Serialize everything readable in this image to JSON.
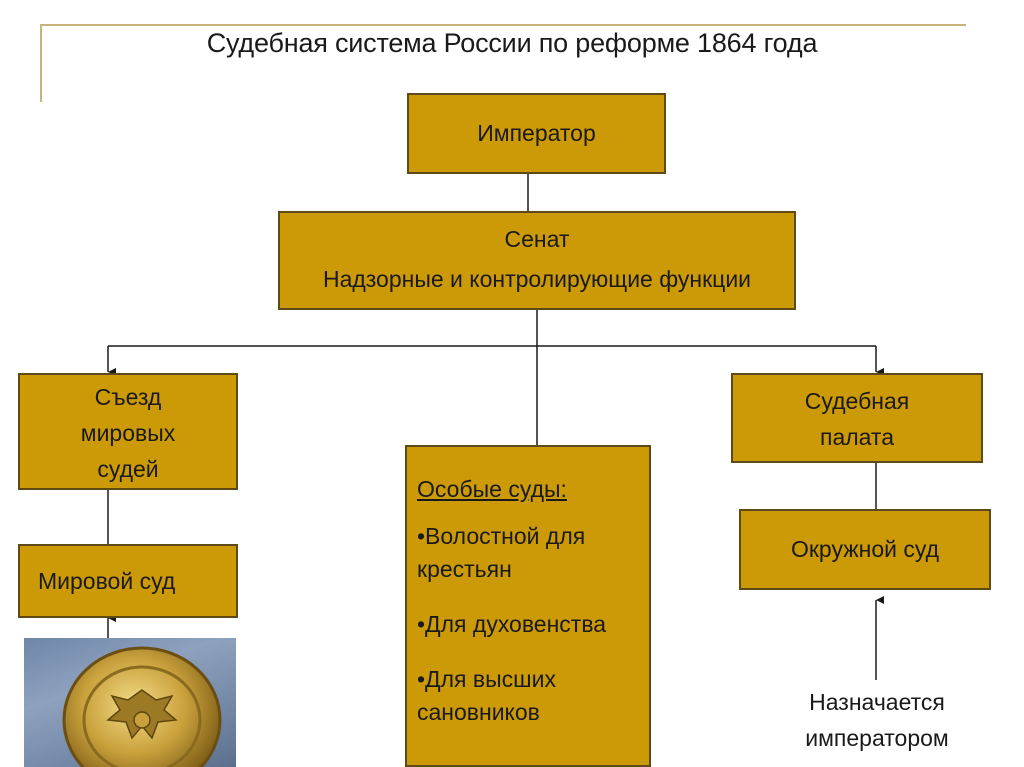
{
  "title": "Судебная система России по реформе 1864 года",
  "colors": {
    "box_fill": "#cc9a06",
    "box_border": "#5e4a14",
    "frame_line": "#c9b37a",
    "connector": "#1a1a1a"
  },
  "nodes": {
    "emperor": "Император",
    "senate": {
      "name": "Сенат",
      "functions": "Надзорные и контролирующие функции"
    },
    "congress": [
      "Съезд",
      "мировых",
      "судей"
    ],
    "peace_court": "Мировой суд",
    "judicial_chamber": [
      "Судебная",
      "палата"
    ],
    "district_court": "Окружной суд",
    "special_courts": {
      "heading": "Особые суды:",
      "items": [
        {
          "lines": [
            "•Волостной для",
            "крестьян"
          ]
        },
        {
          "lines": [
            "•Для духовенства"
          ]
        },
        {
          "lines": [
            "•Для высших",
            "сановников"
          ]
        }
      ]
    }
  },
  "note": [
    "Назначается",
    "императором"
  ],
  "seal": {
    "icon": "gold-seal-icon"
  }
}
